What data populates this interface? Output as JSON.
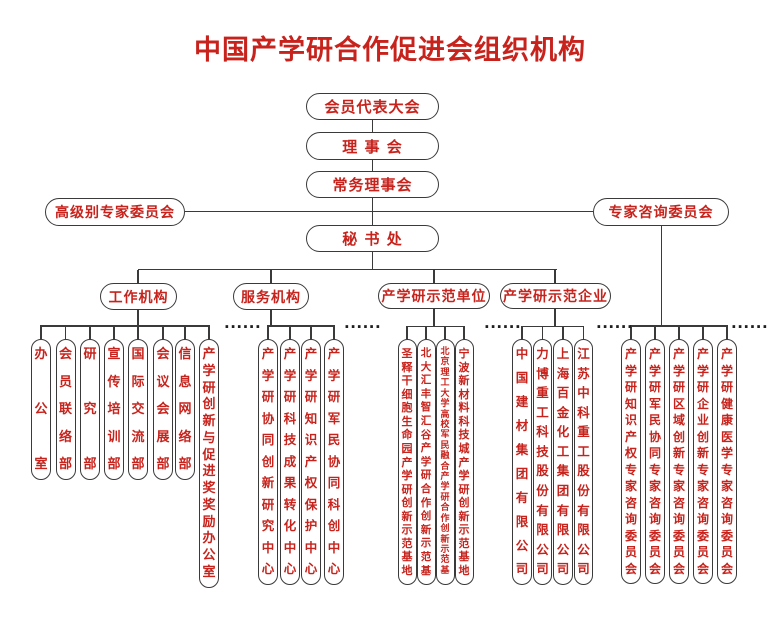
{
  "title": "中国产学研合作促进会组织机构",
  "colors": {
    "text_red": "#c7231c",
    "line_gray": "#3a3a3a",
    "background": "#ffffff"
  },
  "nodes": {
    "assembly": "会员代表大会",
    "council": "理 事 会",
    "standing_council": "常务理事会",
    "secretariat": "秘 书 处",
    "senior_expert_committee": "高级别专家委员会",
    "expert_advisory_committee": "专家咨询委员会"
  },
  "groups": [
    {
      "name": "work-organs",
      "header": "工作机构",
      "ellipsis": "......",
      "items": [
        "办公室",
        "会员联络部",
        "研究部",
        "宣传培训部",
        "国际交流部",
        "会议会展部",
        "信息网络部",
        "产学研创新与促进奖奖励办公室"
      ]
    },
    {
      "name": "service-organs",
      "header": "服务机构",
      "ellipsis": "......",
      "items": [
        "产学研协同创新研究中心",
        "产学研科技成果转化中心",
        "产学研知识产权保护中心",
        "产学研军民协同科创中心"
      ]
    },
    {
      "name": "demonstration-units",
      "header": "产学研示范单位",
      "ellipsis": "......",
      "items": [
        "圣释干细胞生命园产学研创新示范基地",
        "北大汇丰智汇谷产学研合作创新示范基",
        "北京理工大学高校军民融合产学研合作创新示范基",
        "宁波新材料科技城产学研创新示范基地"
      ]
    },
    {
      "name": "demonstration-enterprises",
      "header": "产学研示范企业",
      "ellipsis": "......",
      "items": [
        "中国建材集团有限公司",
        "力博重工科技股份有限公司",
        "上海百金化工集团有限公司",
        "江苏中科重工股份有限公司"
      ]
    },
    {
      "name": "expert-advisory-subcommittees",
      "header": null,
      "ellipsis": "......",
      "items": [
        "产学研知识产权专家咨询委员会",
        "产学研军民协同专家咨询委员会",
        "产学研区域创新专家咨询委员会",
        "产学研企业创新专家咨询委员会",
        "产学研健康医学专家咨询委员会"
      ]
    }
  ]
}
